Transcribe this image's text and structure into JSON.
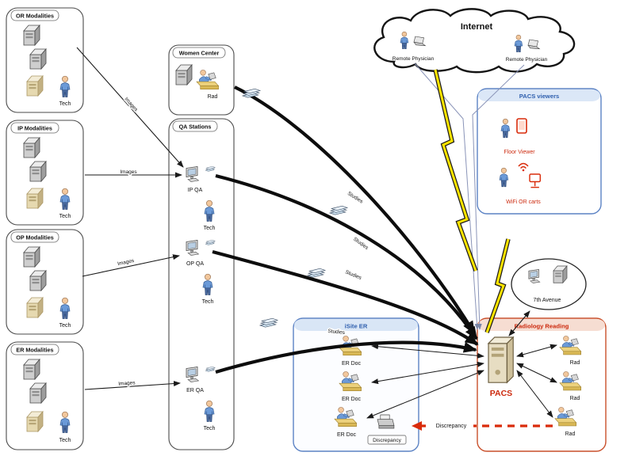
{
  "modality_groups": [
    {
      "label": "OR Modalities",
      "tech": "Tech"
    },
    {
      "label": "IP Modalities",
      "tech": "Tech"
    },
    {
      "label": "OP Modalities",
      "tech": "Tech"
    },
    {
      "label": "ER Modalities",
      "tech": "Tech"
    }
  ],
  "women_center": {
    "label": "Women Center",
    "person": "Rad"
  },
  "qa_stations": {
    "label": "QA Stations",
    "stations": [
      {
        "label": "IP QA",
        "person": "Tech"
      },
      {
        "label": "OP QA",
        "person": "Tech"
      },
      {
        "label": "ER QA",
        "person": "Tech"
      }
    ]
  },
  "internet": {
    "label": "Internet",
    "left_physician": "Remote Physician",
    "right_physician": "Remote Physician"
  },
  "pacs_viewers": {
    "label": "PACS viewers",
    "floor_viewer": "Floor Viewer",
    "wifi_carts": "WiFi OR carts"
  },
  "seventh_avenue": {
    "label": "7th Avenue"
  },
  "isite_er": {
    "label": "iSite ER",
    "docs": [
      {
        "label": "ER Doc"
      },
      {
        "label": "ER Doc"
      },
      {
        "label": "ER Doc"
      }
    ],
    "printer_label": "Discrepancy"
  },
  "radiology_reading": {
    "label": "Radiology Reading",
    "pacs": "PACS",
    "rads": [
      {
        "label": "Rad"
      },
      {
        "label": "Rad"
      },
      {
        "label": "Rad"
      }
    ]
  },
  "flow_labels": {
    "images": "Images",
    "studies": "Studies",
    "discrepancy": "Discrepancy"
  },
  "colors": {
    "accent_red": "#cc2a0e",
    "accent_blue": "#2f5fae",
    "bolt_yellow": "#ffe400",
    "paper_blue": "#cfe2f0",
    "box_border": "#4a4a4a"
  }
}
